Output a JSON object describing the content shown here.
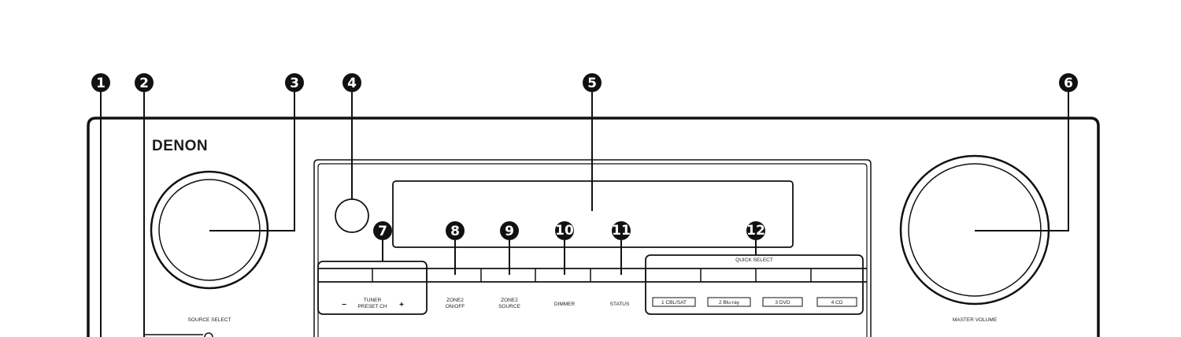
{
  "brand": "DENON",
  "callouts": [
    {
      "id": "1",
      "label": "❶"
    },
    {
      "id": "2",
      "label": "❷"
    },
    {
      "id": "3",
      "label": "❸"
    },
    {
      "id": "4",
      "label": "❹"
    },
    {
      "id": "5",
      "label": "❺"
    },
    {
      "id": "6",
      "label": "❻"
    },
    {
      "id": "7",
      "label": "❼"
    },
    {
      "id": "8",
      "label": "❽"
    },
    {
      "id": "9",
      "label": "❾"
    },
    {
      "id": "10",
      "label": "❿"
    },
    {
      "id": "11",
      "label": "⓫"
    },
    {
      "id": "12",
      "label": "⓬"
    }
  ],
  "labels": {
    "source_select": "SOURCE SELECT",
    "master_volume": "MASTER VOLUME",
    "tuner_line1": "TUNER",
    "tuner_line2": "PRESET CH",
    "minus": "−",
    "plus": "+",
    "zone2_onoff_line1": "ZONE2",
    "zone2_onoff_line2": "ON/OFF",
    "zone2_source_line1": "ZONE2",
    "zone2_source_line2": "SOURCE",
    "dimmer": "DIMMER",
    "status": "STATUS",
    "quick_select": "QUICK SELECT",
    "quick_1": "1 CBL/SAT",
    "quick_2": "2 Blu-ray",
    "quick_3": "3 DVD",
    "quick_4": "4 CD"
  }
}
